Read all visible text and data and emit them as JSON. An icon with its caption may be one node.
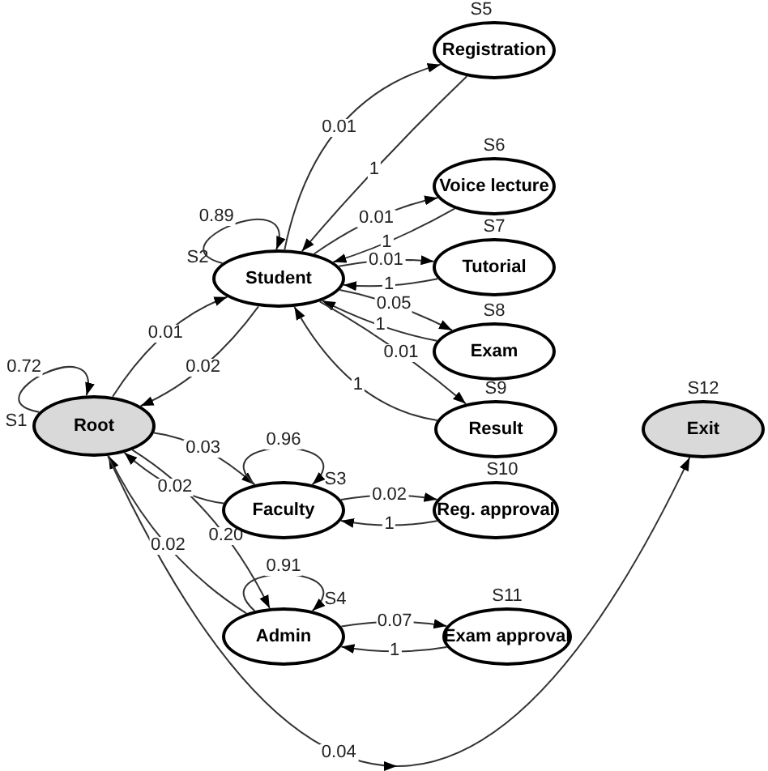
{
  "diagram": {
    "nodes": [
      {
        "text": [
          "Root"
        ],
        "beside": [
          "S1"
        ]
      },
      {
        "text": [
          "Student"
        ],
        "beside": [
          "S2"
        ]
      },
      {
        "text": [
          "Faculty"
        ],
        "beside": [
          "S3"
        ]
      },
      {
        "text": [
          "Admin"
        ],
        "beside": [
          "S4"
        ]
      },
      {
        "text": [
          "Registration"
        ],
        "beside": [
          "S5"
        ]
      },
      {
        "text": [
          "Voice lecture"
        ],
        "beside": [
          "S6"
        ]
      },
      {
        "text": [
          "Tutorial"
        ],
        "beside": [
          "S7"
        ]
      },
      {
        "text": [
          "Exam"
        ],
        "beside": [
          "S8"
        ]
      },
      {
        "text": [
          "Result"
        ],
        "beside": [
          "S9"
        ]
      },
      {
        "text": [
          "Reg. approval"
        ],
        "beside": [
          "S10"
        ]
      },
      {
        "text": [
          "Exam approval"
        ],
        "beside": [
          "S11"
        ]
      },
      {
        "text": [
          "Exit"
        ],
        "beside": [
          "S12"
        ]
      }
    ],
    "edges": [
      {
        "from": 0,
        "to": 0,
        "arrow": "to",
        "label": "0.72"
      },
      {
        "from": 0,
        "to": 1,
        "arrow": "to",
        "label": "0.01"
      },
      {
        "from": 1,
        "to": 0,
        "arrow": "to",
        "label": "0.02"
      },
      {
        "from": 1,
        "to": 1,
        "arrow": "to",
        "label": "0.89"
      },
      {
        "from": 1,
        "to": 4,
        "arrow": "to",
        "label": "0.01"
      },
      {
        "from": 4,
        "to": 1,
        "arrow": "to",
        "label": "1"
      },
      {
        "from": 1,
        "to": 5,
        "arrow": "to",
        "label": "0.01"
      },
      {
        "from": 5,
        "to": 1,
        "arrow": "to",
        "label": "1"
      },
      {
        "from": 1,
        "to": 6,
        "arrow": "to",
        "label": "0.01"
      },
      {
        "from": 6,
        "to": 1,
        "arrow": "to",
        "label": "1"
      },
      {
        "from": 1,
        "to": 7,
        "arrow": "to",
        "label": "0.05"
      },
      {
        "from": 7,
        "to": 1,
        "arrow": "to",
        "label": "1"
      },
      {
        "from": 1,
        "to": 8,
        "arrow": "to",
        "label": "0.01"
      },
      {
        "from": 8,
        "to": 1,
        "arrow": "to",
        "label": "1"
      },
      {
        "from": 0,
        "to": 2,
        "arrow": "to",
        "label": "0.03"
      },
      {
        "from": 2,
        "to": 0,
        "arrow": "to",
        "label": "0.02"
      },
      {
        "from": 2,
        "to": 2,
        "arrow": "to",
        "label": "0.96"
      },
      {
        "from": 2,
        "to": 9,
        "arrow": "to",
        "label": "0.02"
      },
      {
        "from": 9,
        "to": 2,
        "arrow": "to",
        "label": "1"
      },
      {
        "from": 0,
        "to": 3,
        "arrow": "to",
        "label": "0.20"
      },
      {
        "from": 3,
        "to": 0,
        "arrow": "to",
        "label": "0.02"
      },
      {
        "from": 3,
        "to": 3,
        "arrow": "to",
        "label": "0.91"
      },
      {
        "from": 3,
        "to": 10,
        "arrow": "to",
        "label": "0.07"
      },
      {
        "from": 10,
        "to": 3,
        "arrow": "to",
        "label": "1"
      },
      {
        "from": 0,
        "to": 11,
        "arrow": "to",
        "label": "0.04"
      }
    ]
  }
}
